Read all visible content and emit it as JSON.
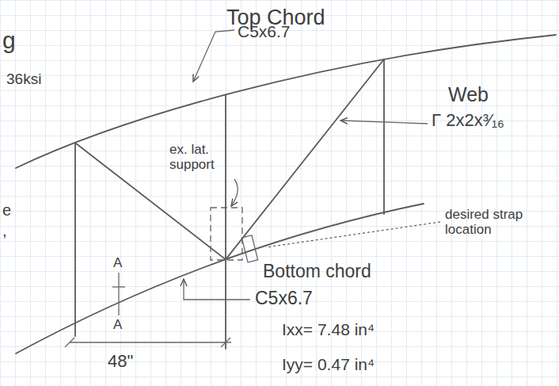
{
  "diagram": {
    "labels": [
      "g",
      "36ksi",
      "Top Chord",
      "C5x6.7",
      "Web",
      "Γ 2x2x³⁄₁₆",
      "ex. lat. support",
      "desired strap location",
      "Bottom chord",
      "C5x6.7",
      "A",
      "A",
      "48\"",
      "Ixx= 7.48 in⁴",
      "Iyy= 0.47 in⁴",
      "e",
      ","
    ]
  }
}
